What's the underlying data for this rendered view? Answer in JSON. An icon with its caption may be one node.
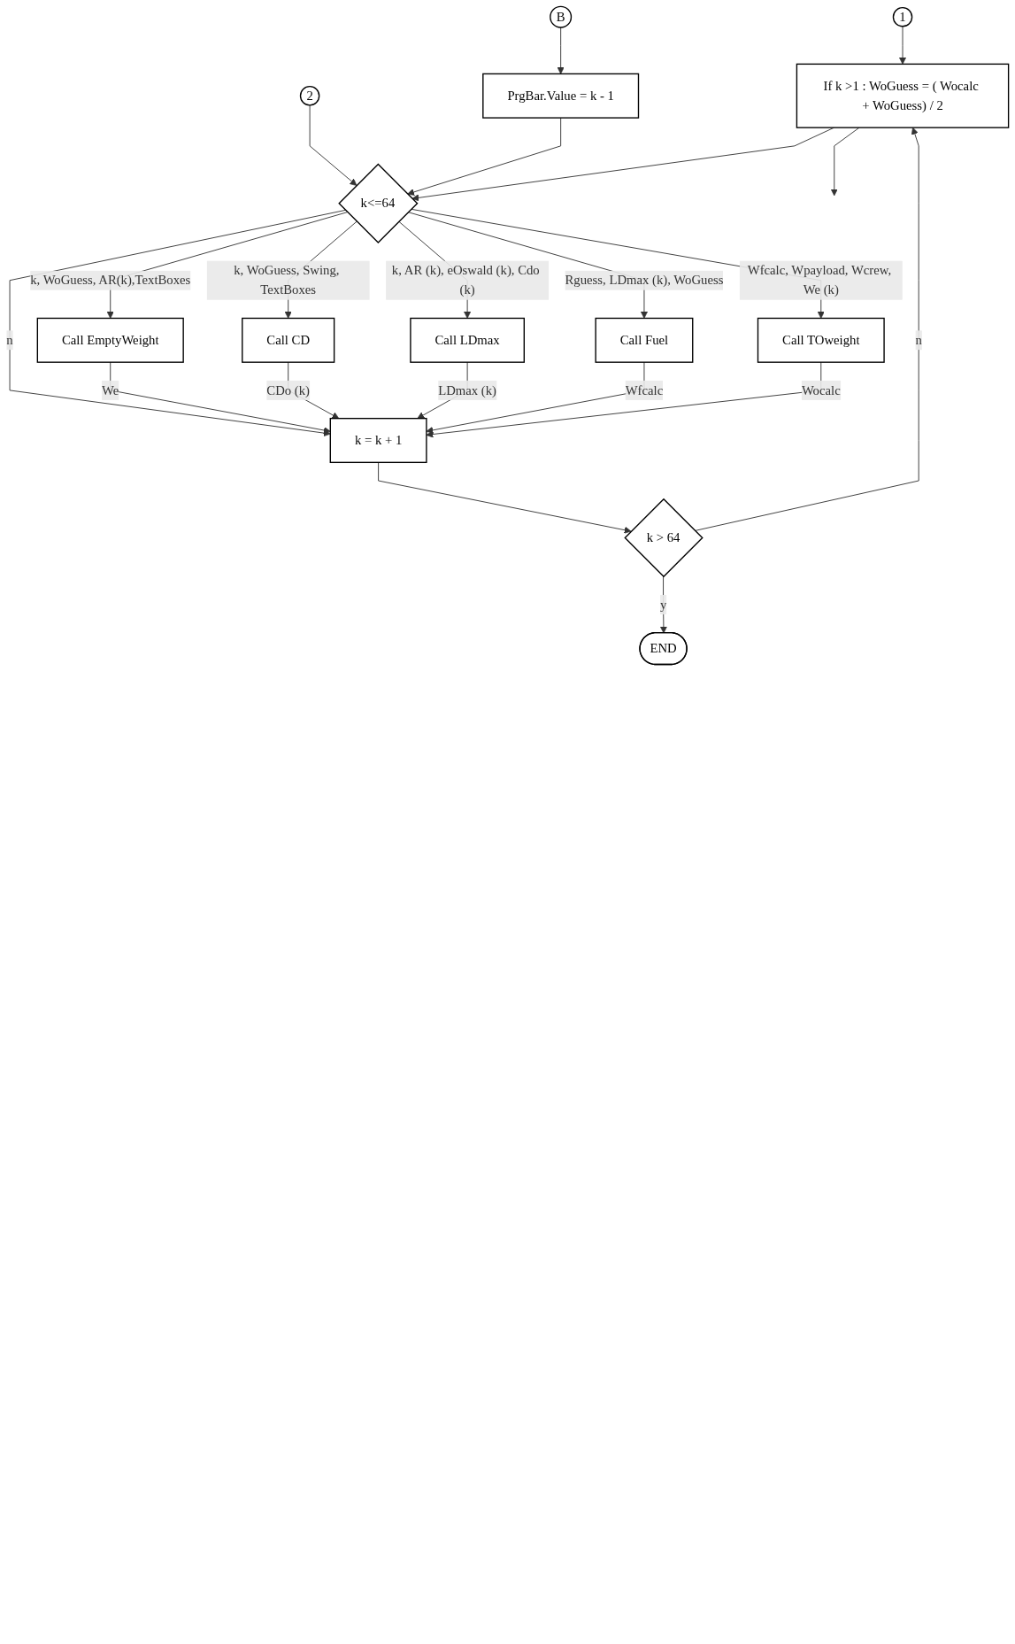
{
  "diagram": {
    "nodes": [
      {
        "text": [
          "1"
        ]
      },
      {
        "text": [
          "2"
        ]
      },
      {
        "text": [
          "B"
        ]
      },
      {
        "text": [
          "PrgBar.Value = k - 1"
        ]
      },
      {
        "text": [
          "If k >1 : WoGuess = ( Wocalc + WoGuess) / 2"
        ]
      },
      {
        "text": [
          "k<=64"
        ]
      },
      {
        "text": [
          "Call EmptyWeight"
        ]
      },
      {
        "text": [
          "Call CD"
        ]
      },
      {
        "text": [
          "Call LDmax"
        ]
      },
      {
        "text": [
          "Call Fuel"
        ]
      },
      {
        "text": [
          "Call TOweight"
        ]
      },
      {
        "text": [
          "k = k + 1"
        ]
      },
      {
        "text": [
          "k > 64"
        ]
      },
      {
        "text": [
          "END"
        ]
      }
    ],
    "edges": [
      {
        "from": 0,
        "to": 4,
        "arrow": "to"
      },
      {
        "from": 4,
        "to": null,
        "arrow": "to"
      },
      {
        "from": 2,
        "to": 3,
        "arrow": "to"
      },
      {
        "from": 1,
        "to": 5,
        "arrow": "to"
      },
      {
        "from": 3,
        "to": 5,
        "arrow": "to"
      },
      {
        "from": 4,
        "to": 5,
        "arrow": "to"
      },
      {
        "from": 5,
        "to": 11,
        "label": "n",
        "arrow": "to"
      },
      {
        "from": 5,
        "to": 6,
        "label": "k, WoGuess, AR(k),TextBoxes",
        "arrow": "to"
      },
      {
        "from": 6,
        "to": 11,
        "label": "We",
        "arrow": "to"
      },
      {
        "from": 5,
        "to": 7,
        "label": "k, WoGuess, Swing, TextBoxes",
        "arrow": "to"
      },
      {
        "from": 7,
        "to": 11,
        "label": "CDo (k)",
        "arrow": "to"
      },
      {
        "from": 5,
        "to": 8,
        "label": "k, AR (k), eOswald (k), Cdo (k)",
        "arrow": "to"
      },
      {
        "from": 8,
        "to": 11,
        "label": "LDmax (k)",
        "arrow": "to"
      },
      {
        "from": 5,
        "to": 9,
        "label": "Rguess, LDmax (k), WoGuess",
        "arrow": "to"
      },
      {
        "from": 9,
        "to": 11,
        "label": "Wfcalc",
        "arrow": "to"
      },
      {
        "from": 5,
        "to": 10,
        "label": "Wfcalc, Wpayload, Wcrew, We (k)",
        "arrow": "to"
      },
      {
        "from": 10,
        "to": 11,
        "label": "Wocalc",
        "arrow": "to"
      },
      {
        "from": 11,
        "to": 12,
        "arrow": "to"
      },
      {
        "from": 12,
        "to": 4,
        "label": "n",
        "arrow": "to"
      },
      {
        "from": 12,
        "to": 13,
        "label": "y",
        "arrow": "to"
      }
    ]
  }
}
